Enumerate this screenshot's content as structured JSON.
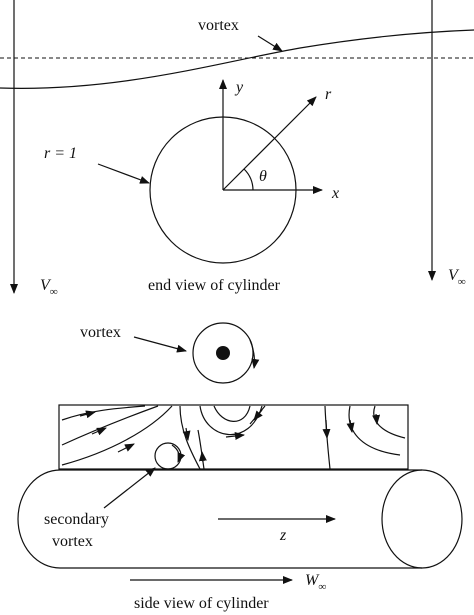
{
  "labels": {
    "vortex_top": "vortex",
    "y_axis": "y",
    "r_axis": "r",
    "radius": "r = 1",
    "theta": "θ",
    "x_axis": "x",
    "v_inf_left": "V",
    "v_inf_left_sub": "∞",
    "v_inf_right": "V",
    "v_inf_right_sub": "∞",
    "end_view": "end view of cylinder",
    "vortex_mid": "vortex",
    "secondary_line1": "secondary",
    "secondary_line2": "vortex",
    "z_axis": "z",
    "w_inf": "W",
    "w_inf_sub": "∞",
    "side_view": "side view of cylinder"
  },
  "colors": {
    "ink": "#111111",
    "background": "#ffffff"
  }
}
